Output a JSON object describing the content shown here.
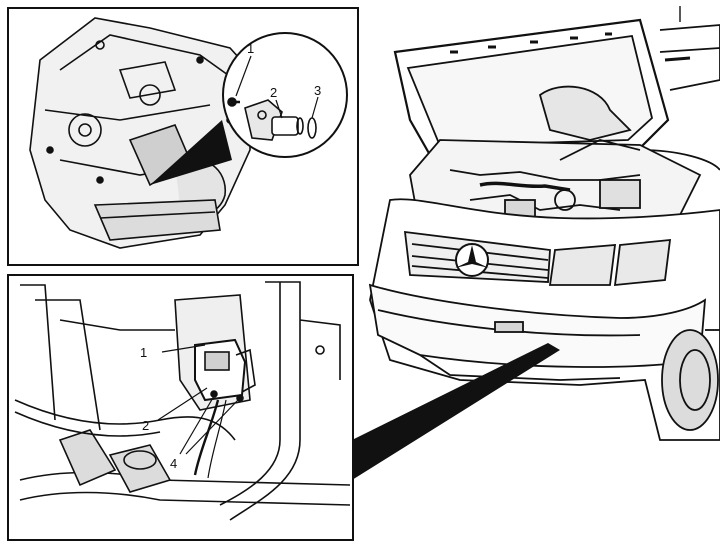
{
  "colors": {
    "ink": "#111111",
    "paper": "#ffffff",
    "shade": "#d9d9d9"
  },
  "callouts": {
    "top": [
      {
        "text": "1"
      },
      {
        "text": "2"
      },
      {
        "text": "3"
      }
    ],
    "bottom": [
      {
        "text": "1"
      },
      {
        "text": "2"
      },
      {
        "text": "4"
      }
    ]
  },
  "emblem": "mercedes-star-icon"
}
